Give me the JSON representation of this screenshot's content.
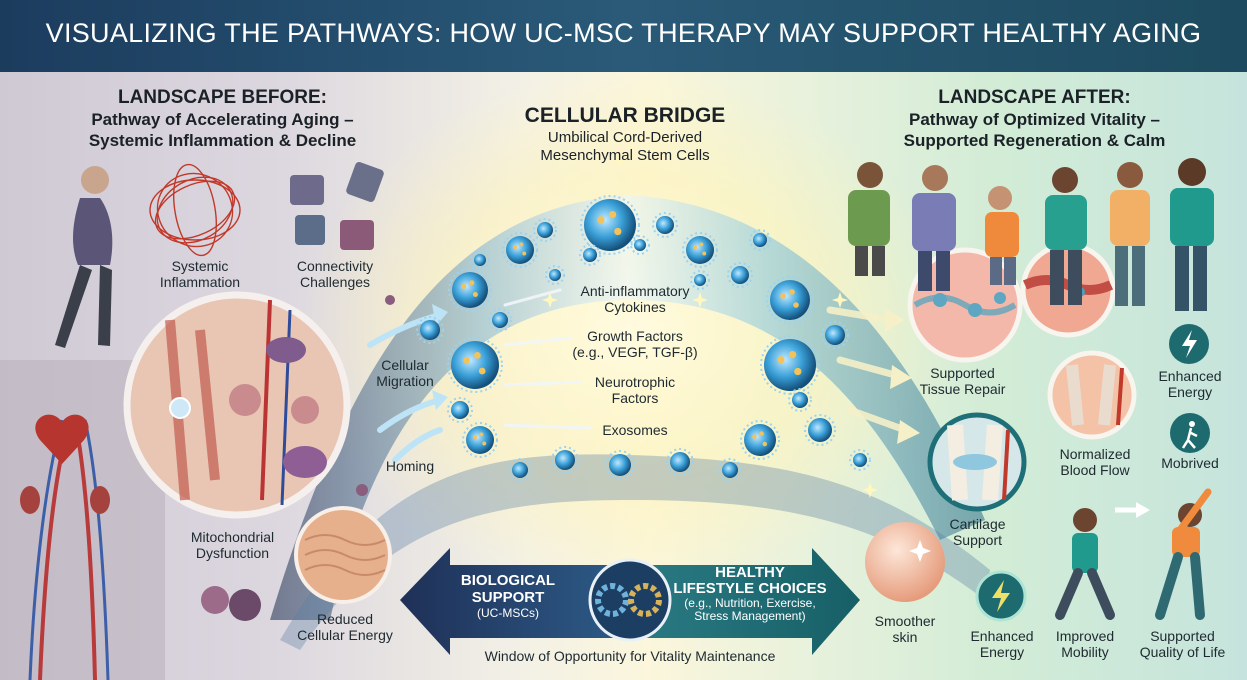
{
  "title": "VISUALIZING THE PATHWAYS: HOW UC-MSC THERAPY MAY SUPPORT HEALTHY AGING",
  "before": {
    "heading": "LANDSCAPE BEFORE:",
    "subheading_1": "Pathway of Accelerating Aging –",
    "subheading_2": "Systemic Inflammation & Decline",
    "labels": {
      "systemic_inflammation": [
        "Systemic",
        "Inflammation"
      ],
      "connectivity": [
        "Connectivity",
        "Challenges"
      ],
      "mitochondrial": [
        "Mitochondrial",
        "Dysfunction"
      ],
      "cellular_energy": [
        "Reduced",
        "Cellular Energy"
      ]
    }
  },
  "bridge": {
    "heading": "CELLULAR BRIDGE",
    "sub_1": "Umbilical Cord-Derived",
    "sub_2": "Mesenchymal Stem Cells",
    "migration": [
      "Cellular",
      "Migration"
    ],
    "homing": "Homing",
    "factors": {
      "anti_inflammatory": [
        "Anti-inflammatory",
        "Cytokines"
      ],
      "growth": [
        "Growth Factors",
        "(e.g., VEGF, TGF-β)"
      ],
      "neurotrophic": [
        "Neurotrophic",
        "Factors"
      ],
      "exosomes": "Exosomes"
    }
  },
  "after": {
    "heading": "LANDSCAPE AFTER:",
    "subheading_1": "Pathway of Optimized Vitality –",
    "subheading_2": "Supported Regeneration & Calm",
    "labels": {
      "tissue_repair": [
        "Supported",
        "Tissue Repair"
      ],
      "blood_flow": [
        "Normalized",
        "Blood Flow"
      ],
      "cartilage": [
        "Cartilage",
        "Support"
      ],
      "smoother_skin": [
        "Smoother",
        "skin"
      ],
      "enhanced_energy_top": [
        "Enhanced",
        "Energy"
      ],
      "mobrived": "Mobrived",
      "enhanced_energy_bottom": [
        "Enhanced",
        "Energy"
      ],
      "improved_mobility": [
        "Improved",
        "Mobility"
      ],
      "quality_of_life": [
        "Supported",
        "Quality of Life"
      ]
    }
  },
  "bottom": {
    "bio_1": "BIOLOGICAL",
    "bio_2": "SUPPORT",
    "bio_3": "(UC-MSCs)",
    "life_1": "HEALTHY",
    "life_2": "LIFESTYLE CHOICES",
    "life_3": "(e.g., Nutrition, Exercise,",
    "life_4": "Stress Management)",
    "window": "Window of Opportunity for Vitality Maintenance"
  },
  "colors": {
    "title_bar": "#1c3c5e",
    "cell_blue": "#3aa0d8",
    "inflammation_red": "#c0392b",
    "arrow_dark": "#27486b",
    "arrow_teal": "#1f6f78"
  }
}
